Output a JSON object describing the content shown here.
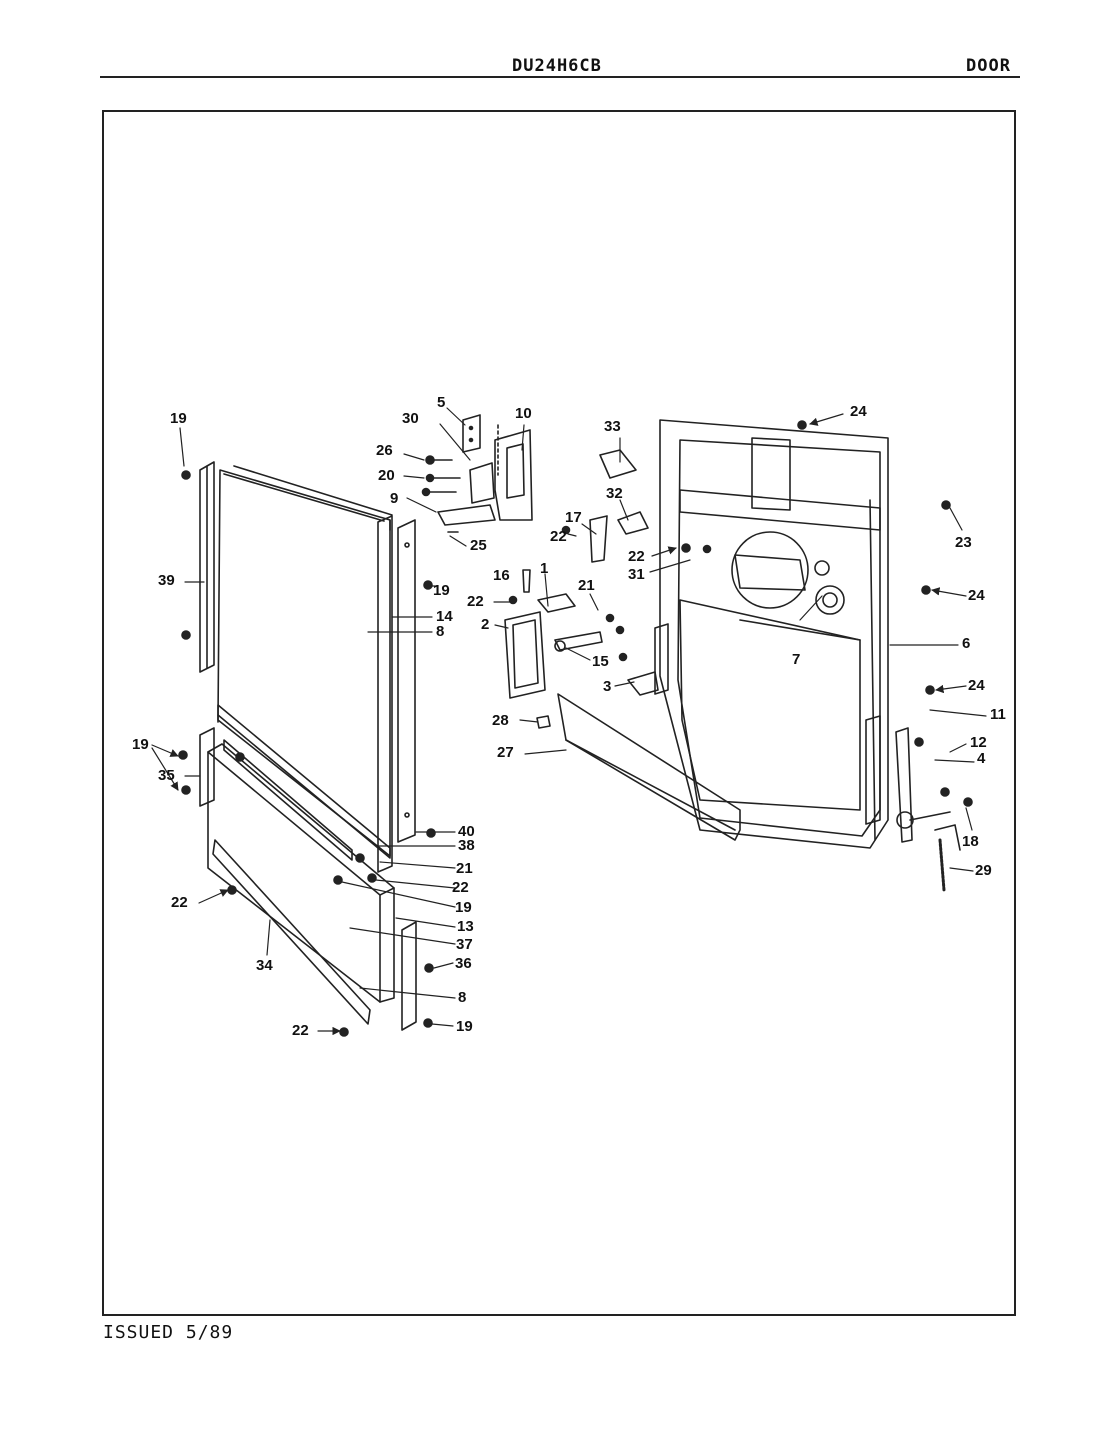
{
  "header": {
    "model": "DU24H6CB",
    "section": "DOOR"
  },
  "footer": {
    "issued": "ISSUED 5/89"
  },
  "callouts": [
    {
      "n": "19"
    },
    {
      "n": "5"
    },
    {
      "n": "10"
    },
    {
      "n": "30"
    },
    {
      "n": "33"
    },
    {
      "n": "24"
    },
    {
      "n": "26"
    },
    {
      "n": "20"
    },
    {
      "n": "32"
    },
    {
      "n": "23"
    },
    {
      "n": "9"
    },
    {
      "n": "25"
    },
    {
      "n": "17"
    },
    {
      "n": "22"
    },
    {
      "n": "22"
    },
    {
      "n": "31"
    },
    {
      "n": "16"
    },
    {
      "n": "1"
    },
    {
      "n": "19"
    },
    {
      "n": "39"
    },
    {
      "n": "21"
    },
    {
      "n": "22"
    },
    {
      "n": "24"
    },
    {
      "n": "14"
    },
    {
      "n": "8"
    },
    {
      "n": "2"
    },
    {
      "n": "6"
    },
    {
      "n": "15"
    },
    {
      "n": "7"
    },
    {
      "n": "3"
    },
    {
      "n": "24"
    },
    {
      "n": "28"
    },
    {
      "n": "11"
    },
    {
      "n": "27"
    },
    {
      "n": "19"
    },
    {
      "n": "12"
    },
    {
      "n": "4"
    },
    {
      "n": "35"
    },
    {
      "n": "40"
    },
    {
      "n": "18"
    },
    {
      "n": "38"
    },
    {
      "n": "21"
    },
    {
      "n": "29"
    },
    {
      "n": "22"
    },
    {
      "n": "22"
    },
    {
      "n": "19"
    },
    {
      "n": "13"
    },
    {
      "n": "37"
    },
    {
      "n": "34"
    },
    {
      "n": "36"
    },
    {
      "n": "8"
    },
    {
      "n": "22"
    },
    {
      "n": "19"
    }
  ]
}
